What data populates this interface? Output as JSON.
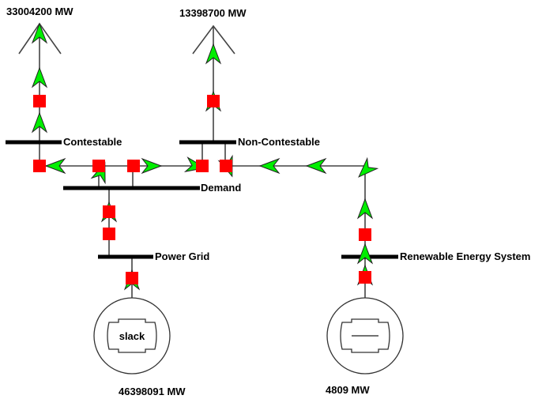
{
  "buses": {
    "contestable": "Contestable",
    "non_contestable": "Non-Contestable",
    "demand": "Demand",
    "power_grid": "Power Grid",
    "renewable": "Renewable Energy System"
  },
  "loads": {
    "contestable_mw": "33004200 MW",
    "non_contestable_mw": "13398700 MW"
  },
  "generators": {
    "slack_label": "slack",
    "power_grid_mw": "46398091 MW",
    "renewable_mw": "4809 MW"
  },
  "colors": {
    "flow_arrow": "#00ee00",
    "breaker_closed": "#ff0000",
    "bus": "#000000"
  }
}
